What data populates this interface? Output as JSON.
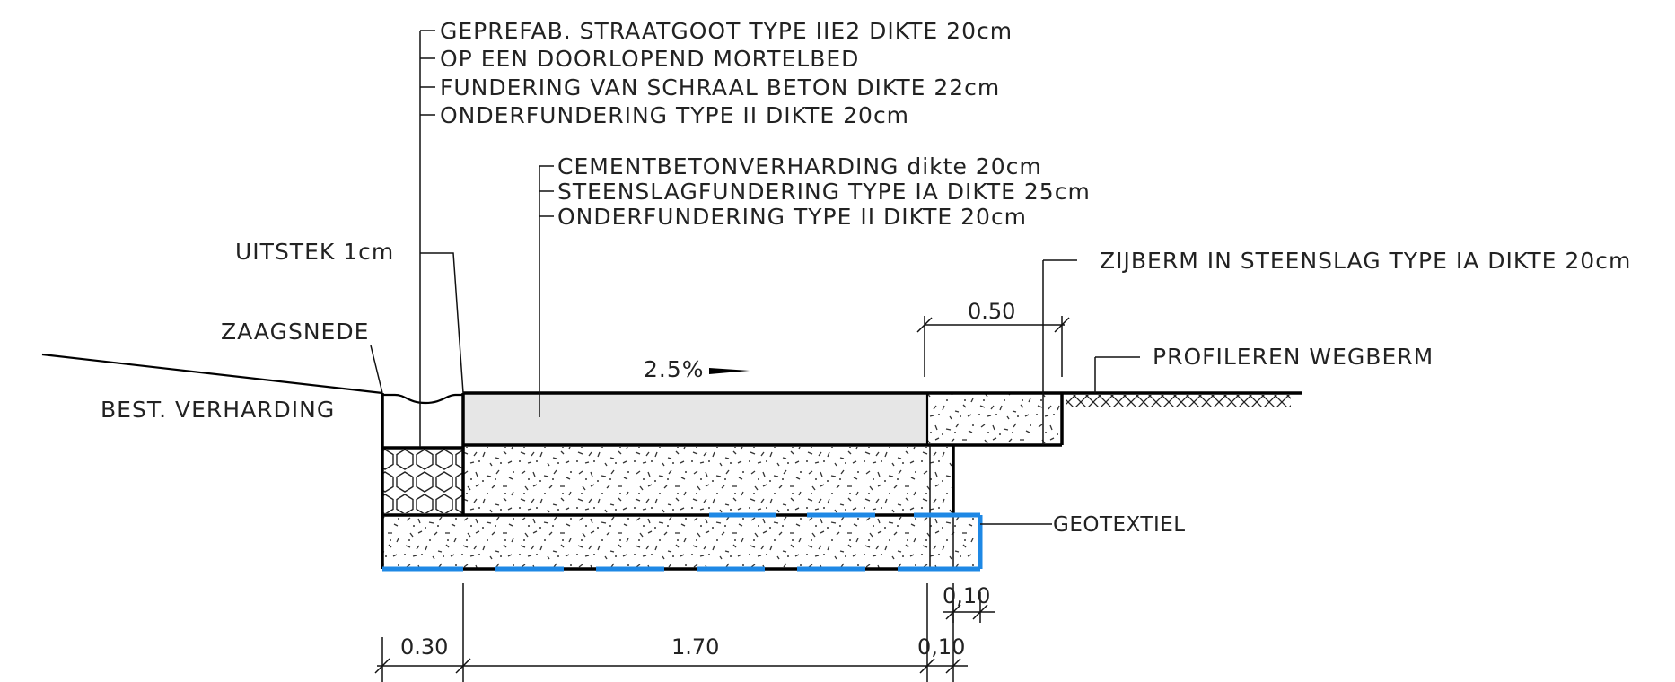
{
  "labels": {
    "straatgoot": "GEPREFAB. STRAATGOOT TYPE IIE2 DIKTE 20cm",
    "mortelbed": "OP EEN DOORLOPEND MORTELBED",
    "fundering_schraal": "FUNDERING VAN SCHRAAL BETON DIKTE 22cm",
    "onderfundering_goot": "ONDERFUNDERING TYPE II DIKTE 20cm",
    "cementbeton": "CEMENTBETONVERHARDING dikte 20cm",
    "steenslagfundering": "STEENSLAGFUNDERING TYPE IA DIKTE 25cm",
    "onderfundering_weg": "ONDERFUNDERING TYPE II DIKTE 20cm",
    "uitstek": "UITSTEK 1cm",
    "zijberm": "ZIJBERM IN STEENSLAG TYPE IA DIKTE 20cm",
    "zaagsnede": "ZAAGSNEDE",
    "best_verharding": "BEST. VERHARDING",
    "profileren": "PROFILEREN WEGBERM",
    "geotextiel": "GEOTEXTIEL",
    "slope": "2.5%"
  },
  "dimensions": {
    "berm_width": "0.50",
    "goot_width": "0.30",
    "road_width": "1.70",
    "offset_bottom": "0,10",
    "offset_geotextiel": "0,10"
  },
  "colors": {
    "line": "#000000",
    "geotextile": "#1E88E5",
    "road_fill": "#E6E6E6"
  }
}
